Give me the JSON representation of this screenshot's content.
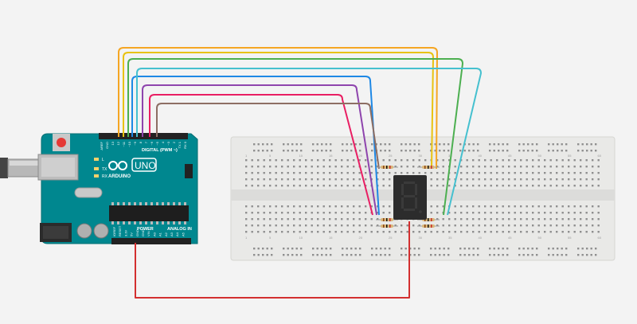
{
  "canvas": {
    "background": "#f3f3f3"
  },
  "arduino": {
    "board_color": "#00878f",
    "logo_text": "ARDUINO",
    "model_text": "UNO",
    "labels": {
      "aref": "AREF",
      "gnd": "GND",
      "digital": "DIGITAL (PWM ~)",
      "power": "POWER",
      "analog": "ANALOG IN",
      "led_l": "L",
      "led_tx": "TX",
      "led_rx": "RX",
      "pin_13": "13",
      "pin_12": "12",
      "pin_11": "~11",
      "pin_10": "~10",
      "pin_9": "~9",
      "pin_8": "8",
      "pin_7": "7",
      "pin_6": "~6",
      "pin_5": "~5",
      "pin_4": "4",
      "pin_3": "~3",
      "pin_2": "2",
      "pin_1": "TX 1",
      "pin_0": "RX 0",
      "ioref": "IOREF",
      "reset": "RESET",
      "v33": "3.3V",
      "v5": "5V",
      "gnd1": "GND",
      "gnd2": "GND",
      "vin": "VIN",
      "a0": "A0",
      "a1": "A1",
      "a2": "A2",
      "a3": "A3",
      "a4": "A4",
      "a5": "A5"
    }
  },
  "breadboard": {
    "color": "#e9e9e7",
    "column_numbers_top": [
      "1",
      "5",
      "10",
      "15",
      "20",
      "25",
      "30",
      "35",
      "40",
      "45",
      "50",
      "55",
      "60"
    ],
    "column_numbers_bottom": [
      "1",
      "5",
      "10",
      "15",
      "20",
      "25",
      "30",
      "35",
      "40",
      "45",
      "50",
      "55",
      "60"
    ]
  },
  "display": {
    "digit": "8",
    "segment_color": "#3a3a3a",
    "body_color": "#2c2c2c"
  },
  "wires": {
    "colors": [
      "#f5a623",
      "#e8c210",
      "#4caf50",
      "#1e88e5",
      "#8e44ad",
      "#e91e63",
      "#8d6e63",
      "#45c0cf"
    ],
    "ground_wire_color": "#d32f2f"
  }
}
